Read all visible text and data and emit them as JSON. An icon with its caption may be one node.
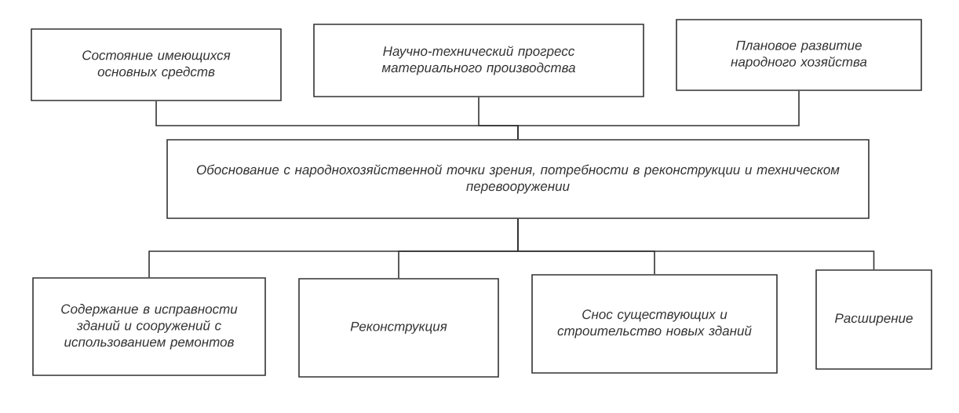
{
  "diagram": {
    "nodes": [
      {
        "text": [
          "Состояние имеющихся основных средств"
        ]
      },
      {
        "text": [
          "Научно-технический прогресс материального производства"
        ]
      },
      {
        "text": [
          "Плановое развитие народного хозяйства"
        ]
      },
      {
        "text": [
          "Обоснование с народнохозяйственной точки зрения, потребности в реконструкции и техническом перевооружении"
        ]
      },
      {
        "text": [
          "Содержание в исправности зданий и сооружений с использованием ремонтов"
        ]
      },
      {
        "text": [
          "Реконструкция"
        ]
      },
      {
        "text": [
          "Снос существующих и строительство новых зданий"
        ]
      },
      {
        "text": [
          "Расширение"
        ]
      }
    ],
    "edges": [
      {
        "from": 0,
        "to": 3,
        "arrow": "none"
      },
      {
        "from": 1,
        "to": 3,
        "arrow": "none"
      },
      {
        "from": 2,
        "to": 3,
        "arrow": "none"
      },
      {
        "from": 3,
        "to": 4,
        "arrow": "none"
      },
      {
        "from": 3,
        "to": 5,
        "arrow": "none"
      },
      {
        "from": 3,
        "to": 6,
        "arrow": "none"
      },
      {
        "from": 3,
        "to": 7,
        "arrow": "none"
      }
    ]
  }
}
